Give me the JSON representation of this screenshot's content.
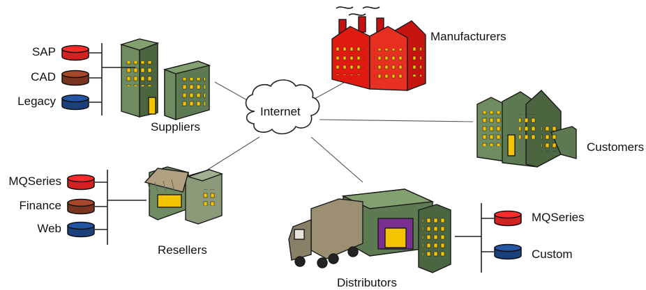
{
  "center": {
    "label": "Internet"
  },
  "nodes": {
    "suppliers": {
      "label": "Suppliers"
    },
    "manufacturers": {
      "label": "Manufacturers"
    },
    "customers": {
      "label": "Customers"
    },
    "resellers": {
      "label": "Resellers"
    },
    "distributors": {
      "label": "Distributors"
    }
  },
  "databases": {
    "suppliers": [
      {
        "label": "SAP",
        "color": "#d32020"
      },
      {
        "label": "CAD",
        "color": "#7a3520"
      },
      {
        "label": "Legacy",
        "color": "#1a3f7a"
      }
    ],
    "resellers": [
      {
        "label": "MQSeries",
        "color": "#d32020"
      },
      {
        "label": "Finance",
        "color": "#7a3520"
      },
      {
        "label": "Web",
        "color": "#1a3f7a"
      }
    ],
    "distributors": [
      {
        "label": "MQSeries",
        "color": "#d32020"
      },
      {
        "label": "Custom",
        "color": "#1a3f7a"
      }
    ]
  },
  "colors": {
    "building_green": "#5e7a52",
    "factory_red": "#e01a10",
    "window_yellow": "#f5c400",
    "truck_tan": "#9a8f70"
  }
}
